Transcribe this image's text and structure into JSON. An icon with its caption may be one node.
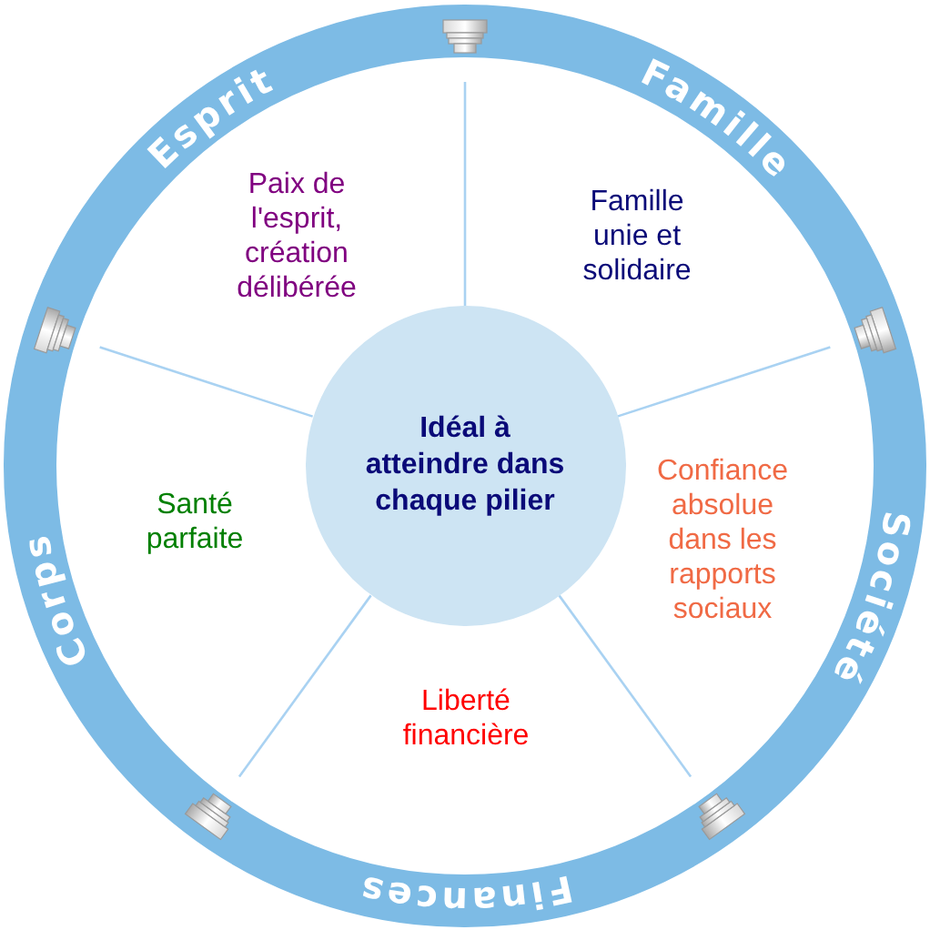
{
  "diagram": {
    "nodes": [
      {
        "text": [
          "Idéal à atteindre dans chaque pilier"
        ]
      },
      {
        "text": [],
        "shape": "column"
      },
      {
        "text": [],
        "shape": "column"
      },
      {
        "text": [],
        "shape": "column"
      },
      {
        "text": [],
        "shape": "column"
      },
      {
        "text": [],
        "shape": "column"
      }
    ],
    "edges": [
      {
        "from": 0,
        "to": 1,
        "arrow": "none"
      },
      {
        "from": 0,
        "to": 2,
        "arrow": "none"
      },
      {
        "from": 0,
        "to": 3,
        "arrow": "none"
      },
      {
        "from": 0,
        "to": 4,
        "arrow": "none"
      },
      {
        "from": 0,
        "to": 5,
        "arrow": "none"
      }
    ],
    "labels": [
      "Esprit",
      "Famille",
      "Paix de l'esprit, création délibérée",
      "Famille unie et solidaire",
      "Confiance absolue dans les rapports sociaux",
      "Santé parfaite",
      "Société",
      "Corps",
      "Liberté financière",
      "Finances"
    ]
  }
}
